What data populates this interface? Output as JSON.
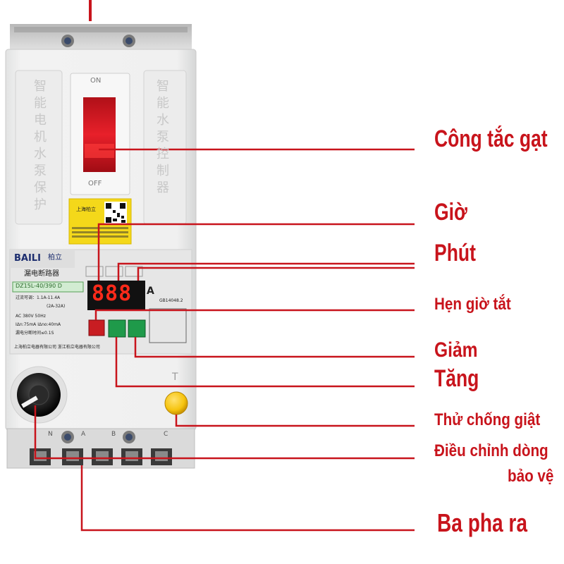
{
  "device": {
    "brand": "BAILI",
    "brand_suffix": "柏立",
    "product_name": "漏电断路器",
    "model": "DZ15L-40/390 D",
    "switch_on": "ON",
    "switch_off": "OFF",
    "left_side_text": "智能电机水泵保护",
    "right_side_text": "智能水泵控制器",
    "spec_line_1": "过流可调：1.1A-11.4A",
    "spec_line_2": "(2A-32A)",
    "spec_line_3": "AC 380V    50Hz",
    "spec_line_4": "IΔn:75mA  IΔno:40mA",
    "spec_line_5": "漏电分断时间≤0.1S",
    "standard": "GB14048.2",
    "current_unit": "A",
    "manufacturer": "上海柏立电器有限公司   浙江柏立电器有限公司",
    "display_digits": "888",
    "test_button_letter": "T",
    "qr_caption": "上海柏立",
    "terminal_letters": [
      "N",
      "A",
      "B",
      "C"
    ]
  },
  "callouts": {
    "cong_tac_gat": "Công tắc gạt",
    "gio": "Giờ",
    "phut": "Phút",
    "hen_gio_tat": "Hẹn giờ tắt",
    "giam": "Giảm",
    "tang": "Tăng",
    "thu_chong_giat": "Thử chống giật",
    "dieu_chinh_dong": "Điều chỉnh dòng",
    "bao_ve": "bảo vệ",
    "ba_pha_ra": "Ba pha ra"
  },
  "colors": {
    "callout_red": "#c8141c",
    "body_white": "#eeeeee",
    "switch_red": "#e8202a",
    "display_black": "#111111",
    "led_red": "#ff2a1a",
    "button_green": "#1f9a4a",
    "test_button_yellow": "#f6c40f",
    "label_yellow": "#f4d81a"
  }
}
